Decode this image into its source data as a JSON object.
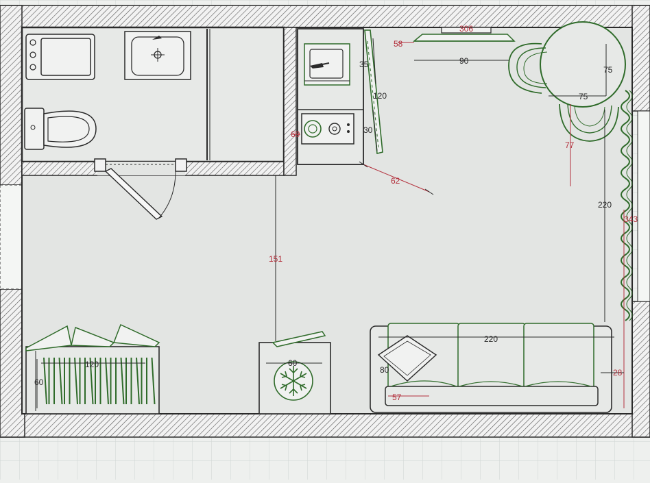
{
  "colors": {
    "background": "#eef0ee",
    "grid": "#cfd5d3",
    "wall": "#2a2a2a",
    "furniture": "#2f6b2a",
    "dim_black": "#2a2a2a",
    "dim_red": "#b3303c",
    "room_fill": "#e3e5e3"
  },
  "dimensions": {
    "d306": "306",
    "d58": "58",
    "d90": "90",
    "d35": "35",
    "d120_kitchen": "120",
    "d30": "30",
    "d69": "69",
    "d62": "62",
    "d75_vertical": "75",
    "d75_horizontal": "75",
    "d77": "77",
    "d220_vertical": "220",
    "d343": "343",
    "d151": "151",
    "d220_sofa": "220",
    "d80": "80",
    "d57": "57",
    "d28": "28",
    "d60_freezer": "60",
    "d120_wardrobe": "120",
    "d60_wardrobe": "60"
  },
  "icons": {
    "snowflake": "snowflake-icon",
    "cooktop": "cooktop-icon",
    "sink": "sink-icon",
    "toilet": "toilet-icon",
    "washing_machine": "washing-machine-icon"
  }
}
